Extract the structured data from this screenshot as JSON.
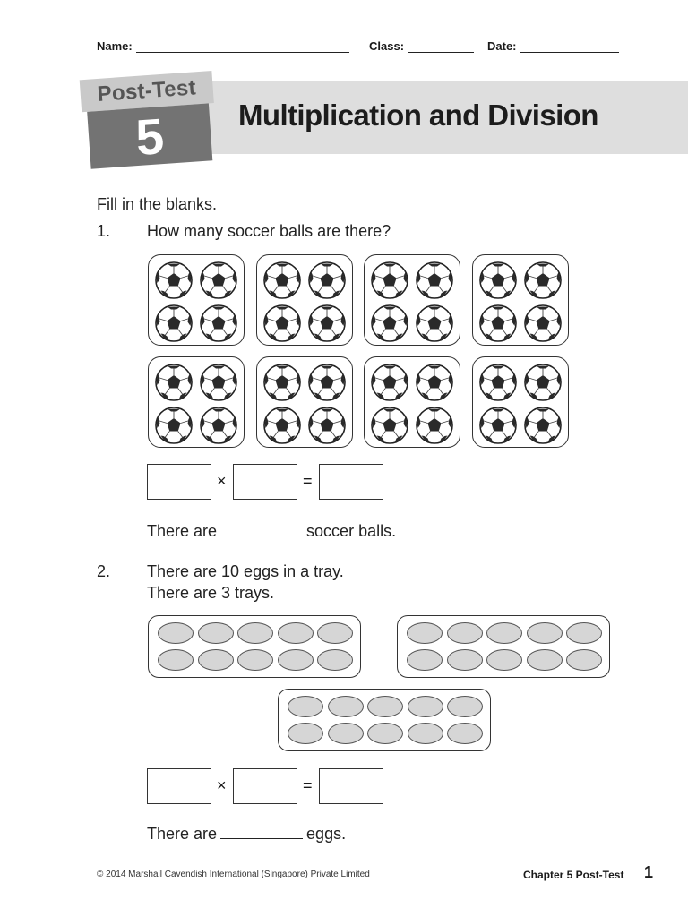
{
  "header": {
    "name_label": "Name:",
    "class_label": "Class:",
    "date_label": "Date:"
  },
  "badge": {
    "label": "Post-Test",
    "number": "5"
  },
  "title": "Multiplication and Division",
  "instruction": "Fill in the blanks.",
  "q1": {
    "number": "1.",
    "question": "How many soccer balls are there?",
    "groups": 8,
    "balls_per_group": 4,
    "times_symbol": "×",
    "equals_symbol": "=",
    "sentence_before": "There are",
    "sentence_after": "soccer balls."
  },
  "q2": {
    "number": "2.",
    "line1": "There are 10 eggs in a tray.",
    "line2": "There are 3 trays.",
    "trays": 3,
    "eggs_per_tray": 10,
    "times_symbol": "×",
    "equals_symbol": "=",
    "sentence_before": "There are",
    "sentence_after": "eggs."
  },
  "footer": {
    "copyright": "© 2014 Marshall Cavendish International (Singapore) Private Limited",
    "chapter": "Chapter 5 Post-Test",
    "page": "1"
  }
}
